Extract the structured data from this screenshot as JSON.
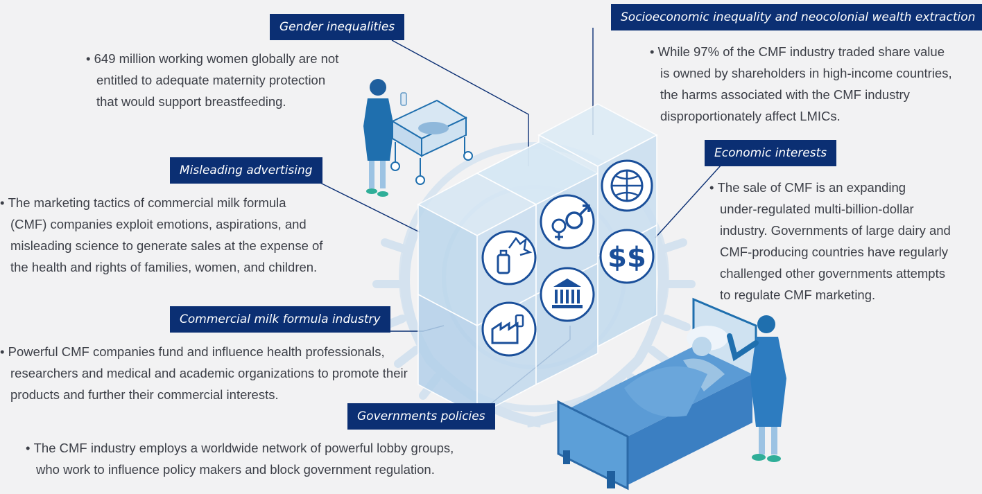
{
  "colors": {
    "tag_bg": "#0b2f73",
    "connector": "#0b2f73",
    "cube_light": "#cfe2f1",
    "cube_edge": "#ffffff",
    "icon_blue": "#1a4f9a",
    "figure_blue": "#1f6fae",
    "bed_blue": "#3b7fc2"
  },
  "icons": [
    "globe-money-icon",
    "gender-symbols-icon",
    "dollar-signs-icon",
    "bottle-protest-icon",
    "government-building-icon",
    "factory-icon"
  ],
  "sections": {
    "gender": {
      "tag": "Gender inequalities",
      "lines": [
        "649 million working women globally are not",
        "entitled to adequate maternity protection",
        "that would support breastfeeding."
      ]
    },
    "socioeconomic": {
      "tag": "Socioeconomic inequality and neocolonial wealth extraction",
      "lines": [
        "While 97% of the CMF industry traded share value",
        "is owned by shareholders in high-income countries,",
        "the harms associated with the CMF industry",
        "disproportionately affect LMICs."
      ]
    },
    "economic": {
      "tag": "Economic interests",
      "lines": [
        "The sale of CMF is an expanding",
        "under-regulated multi-billion-dollar",
        "industry. Governments of large dairy and",
        "CMF-producing countries have regularly",
        "challenged other governments attempts",
        "to regulate CMF marketing."
      ]
    },
    "advertising": {
      "tag": "Misleading advertising",
      "lines": [
        "The marketing tactics of commercial milk formula",
        "(CMF) companies exploit emotions, aspirations, and",
        "misleading science to generate sales at the expense of",
        "the health and rights of families, women, and children."
      ]
    },
    "industry": {
      "tag": "Commercial milk formula industry",
      "lines": [
        "Powerful CMF companies fund and influence health professionals,",
        "researchers and medical and academic organizations to promote their",
        "products and further their commercial interests."
      ]
    },
    "policies": {
      "tag": "Governments policies",
      "lines": [
        "The CMF industry employs a worldwide network of powerful lobby groups,",
        "who work to influence policy makers and block government regulation."
      ]
    }
  }
}
